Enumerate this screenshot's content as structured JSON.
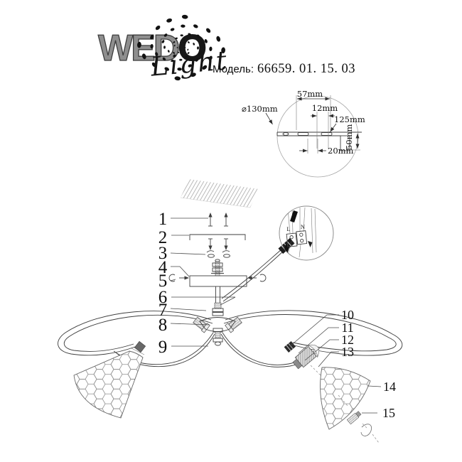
{
  "header": {
    "brand_wed": "WED",
    "brand_o": "O",
    "brand_script": "Light",
    "model_label": "Модель:",
    "model_value": "66659. 01. 15. 03"
  },
  "dimensions": {
    "d57": "57mm",
    "d12": "12mm",
    "d125": "125mm",
    "d130": "⌀130mm",
    "d20": "20mm",
    "d50": "50mm"
  },
  "wiring": {
    "live": "L",
    "neutral": "N"
  },
  "callouts": [
    "1",
    "2",
    "3",
    "4",
    "5",
    "6",
    "7",
    "8",
    "9",
    "10",
    "11",
    "12",
    "13",
    "14",
    "15"
  ],
  "colors": {
    "line": "#3e3e3e",
    "light_line": "#a6a6a6",
    "ink": "#111111"
  }
}
